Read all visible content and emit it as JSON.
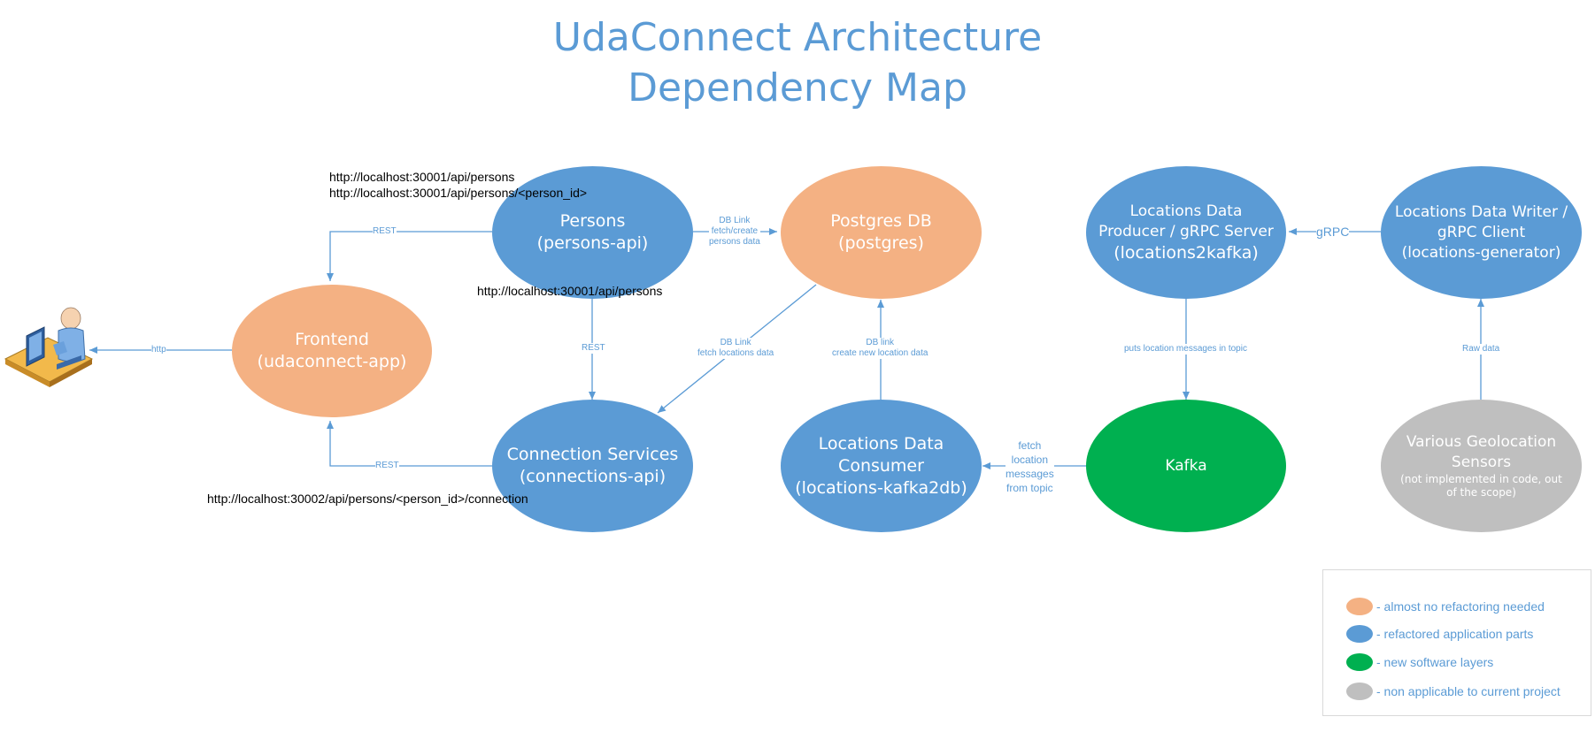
{
  "title": {
    "line1": "UdaConnect Architecture",
    "line2": "Dependency Map"
  },
  "nodes": {
    "persons": {
      "line1": "Persons",
      "line2": "(persons-api)"
    },
    "postgres": {
      "line1": "Postgres DB",
      "line2": "(postgres)"
    },
    "frontend": {
      "line1": "Frontend",
      "line2": "(udaconnect-app)"
    },
    "connections": {
      "line1": "Connection Services",
      "line2": "(connections-api)"
    },
    "consumer": {
      "line1": "Locations Data",
      "line2": "Consumer",
      "line3": "(locations-kafka2db)"
    },
    "producer": {
      "line1": "Locations Data",
      "line2": "Producer / gRPC Server",
      "line3": "(locations2kafka)"
    },
    "writer": {
      "line1": "Locations Data Writer /",
      "line2": "gRPC Client",
      "line3": "(locations-generator)"
    },
    "kafka": {
      "line1": "Kafka"
    },
    "sensors": {
      "line1": "Various Geolocation",
      "line2": "Sensors",
      "note": "(not implemented in code, out of the scope)"
    }
  },
  "urls": {
    "persons_list": "http://localhost:30001/api/persons",
    "persons_by_id": "http://localhost:30001/api/persons/<person_id>",
    "persons_below": "http://localhost:30001/api/persons",
    "connection": "http://localhost:30002/api/persons/<person_id>/connection"
  },
  "edges": {
    "rest_top": "REST",
    "http": "http",
    "rest_bottom": "REST",
    "rest_vertical": "REST",
    "db_link_persons": [
      "DB Link",
      "fetch/create",
      "persons data"
    ],
    "db_link_locations": [
      "DB Link",
      "fetch locations data"
    ],
    "db_link_new": [
      "DB link",
      "create new location data"
    ],
    "puts_topic": "puts location messages in topic",
    "grpc": "gRPC",
    "raw_data": "Raw data",
    "fetch_messages": [
      "fetch",
      "location",
      "messages",
      "from topic"
    ]
  },
  "legend": {
    "items": [
      {
        "color": "#f4b183",
        "label": "- almost no refactoring needed"
      },
      {
        "color": "#5b9bd5",
        "label": "- refactored application parts"
      },
      {
        "color": "#00b050",
        "label": "- new software layers"
      },
      {
        "color": "#bfbfbf",
        "label": "- non applicable to current project"
      }
    ]
  },
  "user_icon": "user-at-computer-icon",
  "colors": {
    "blue": "#5b9bd5",
    "orange": "#f4b183",
    "green": "#00b050",
    "grey": "#bfbfbf"
  }
}
